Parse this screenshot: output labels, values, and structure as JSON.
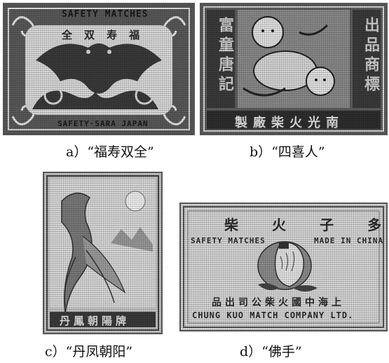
{
  "figures": [
    {
      "id": "a",
      "caption_letter": "a",
      "caption_title": "“福寿双全”",
      "label_top": "SAFETY MATCHES",
      "label_top_chars": "全  双  寿  福",
      "label_bottom": "SAFETY·SARA JAPAN"
    },
    {
      "id": "b",
      "caption_letter": "b",
      "caption_title": "“四喜人”",
      "side_left": "富童唐記",
      "side_right": "出品商標",
      "bottom_banner": "南光火柴廠製"
    },
    {
      "id": "c",
      "caption_letter": "c",
      "caption_title": "“丹凤朝阳”",
      "bottom_banner": "丹鳳朝陽牌"
    },
    {
      "id": "d",
      "caption_letter": "d",
      "caption_title": "“佛手”",
      "top_chars": "柴 火 子 多",
      "left_text": "SAFETY MATCHES",
      "right_text": "MADE IN CHINA",
      "bottom_chars": "上海中國火柴公司出品",
      "bottom_text": "CHUNG KUO MATCH COMPANY LTD."
    }
  ],
  "colors": {
    "ink": "#1a1a1a",
    "mid": "#6b6b6b",
    "light": "#c8c8c8",
    "paper": "#e9e9e9"
  }
}
